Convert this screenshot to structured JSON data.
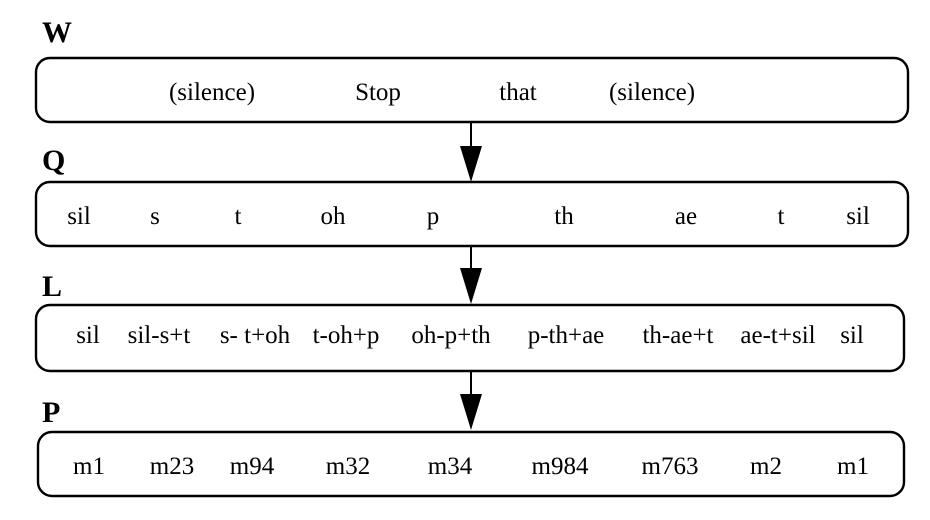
{
  "levels": [
    {
      "key": "W",
      "tokens": [
        "(silence)",
        "Stop",
        "that",
        "(silence)"
      ]
    },
    {
      "key": "Q",
      "tokens": [
        "sil",
        "s",
        "t",
        "oh",
        "p",
        "th",
        "ae",
        "t",
        "sil"
      ]
    },
    {
      "key": "L",
      "tokens": [
        "sil",
        "sil-s+t",
        "s- t+oh",
        "t-oh+p",
        "oh-p+th",
        "p-th+ae",
        "th-ae+t",
        "ae-t+sil",
        "sil"
      ]
    },
    {
      "key": "P",
      "tokens": [
        "m1",
        "m23",
        "m94",
        "m32",
        "m34",
        "m984",
        "m763",
        "m2",
        "m1"
      ]
    }
  ]
}
